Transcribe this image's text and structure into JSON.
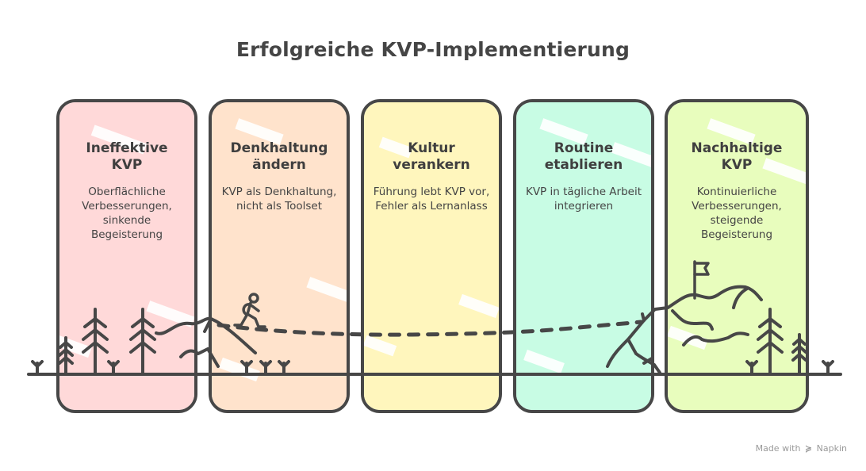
{
  "title": "Erfolgreiche KVP-Implementierung",
  "stages": [
    {
      "heading_line1": "Ineffektive",
      "heading_line2": "KVP",
      "description": "Oberflächliche Verbesserungen, sinkende Begeisterung",
      "color": "#FFD9D9"
    },
    {
      "heading_line1": "Denkhaltung",
      "heading_line2": "ändern",
      "description": "KVP als Denkhaltung, nicht als Toolset",
      "color": "#FFE3CC"
    },
    {
      "heading_line1": "Kultur",
      "heading_line2": "verankern",
      "description": "Führung lebt KVP vor, Fehler als Lernanlass",
      "color": "#FFF6BD"
    },
    {
      "heading_line1": "Routine",
      "heading_line2": "etablieren",
      "description": "KVP in tägliche Arbeit integrieren",
      "color": "#C8FCE4"
    },
    {
      "heading_line1": "Nachhaltige",
      "heading_line2": "KVP",
      "description": "Kontinuierliche Verbesserungen, steigende Begeisterung",
      "color": "#E8FDBD"
    }
  ],
  "icons": {
    "hiker": "hiker-icon",
    "flag": "summit-flag-icon",
    "trees": "pine-tree-icon",
    "mountains": "mountain-icon",
    "path": "dashed-trail"
  },
  "colors": {
    "stroke": "#474747",
    "text": "#454545",
    "footer": "#9a9a9a"
  },
  "footer": {
    "made_with": "Made with",
    "brand": "Napkin"
  }
}
